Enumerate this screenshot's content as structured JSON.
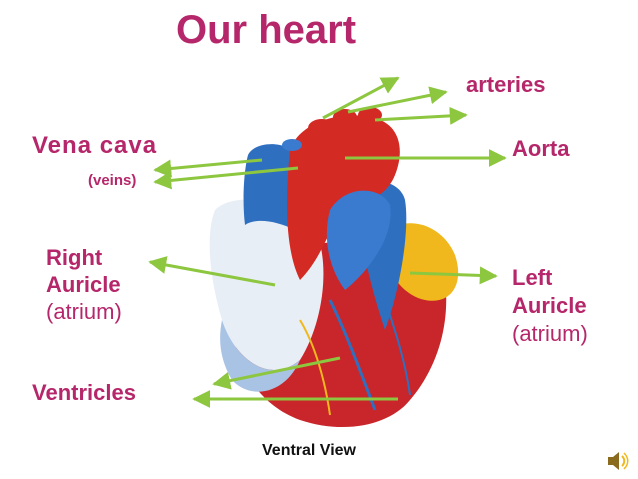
{
  "title": "Our heart",
  "labels": {
    "arteries": "arteries",
    "vena_cava": "Vena cava",
    "veins": "(veins)",
    "aorta": "Aorta",
    "right_auricle_line1": "Right",
    "right_auricle_line2": "Auricle",
    "right_auricle_line3": "(atrium)",
    "left_auricle_line1": "Left",
    "left_auricle_line2": "Auricle",
    "left_auricle_line3": "(atrium)",
    "ventricles": "Ventricles"
  },
  "caption": "Ventral View",
  "colors": {
    "label_text": "#b5276a",
    "pointer_lines": "#8dc63f",
    "heart_red": "#d42a24",
    "heart_blue": "#2f6fc0",
    "heart_yellow": "#f0b81c"
  },
  "icons": [
    "speaker-icon"
  ]
}
